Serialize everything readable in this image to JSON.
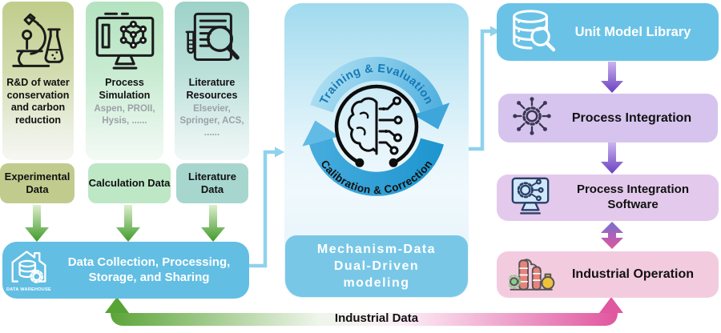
{
  "sources": [
    {
      "icon": "microscope-flask-icon",
      "title": "R&D of water conservation and carbon reduction",
      "subtitle": "",
      "data_label": "Experimental Data"
    },
    {
      "icon": "monitor-molecule-icon",
      "title": "Process Simulation",
      "subtitle": "Aspen, PROII, Hysis, ......",
      "data_label": "Calculation Data"
    },
    {
      "icon": "document-magnifier-icon",
      "title": "Literature Resources",
      "subtitle": "Elsevier, Springer, ACS,  ......",
      "data_label": "Literature Data"
    }
  ],
  "collection": {
    "label": "Data Collection, Processing, Storage, and Sharing",
    "warehouse_caption": "DATA WAREHOUSE"
  },
  "center": {
    "top_arc_label": "Training & Evaluation",
    "bottom_arc_label": "Calibration & Correction",
    "model_label_lines": [
      "Mechanism-Data",
      "Dual-Driven",
      "modeling"
    ]
  },
  "pipeline": [
    {
      "icon": "database-search-icon",
      "label": "Unit Model Library"
    },
    {
      "icon": "hub-gear-icon",
      "label": "Process Integration"
    },
    {
      "icon": "monitor-gear-icon",
      "label": "Process Integration Software"
    },
    {
      "icon": "factory-icon",
      "label": "Industrial Operation"
    }
  ],
  "bottom_flow": {
    "label": "Industrial Data"
  },
  "colors": {
    "blue_box": "#62bee3",
    "center_band": "#79c7e7",
    "arc_top": "#4aadde",
    "arc_bottom": "#1f96cf",
    "arc_text_top": "#1679b6",
    "lavender_box": "#d6c4ef",
    "purple_pink_box": "#e3caec",
    "pink_box": "#f3cbdf",
    "green_arrow": "#3f9a28",
    "pink_arrow": "#df58a1",
    "purple_arrow": "#6a3fc0"
  }
}
